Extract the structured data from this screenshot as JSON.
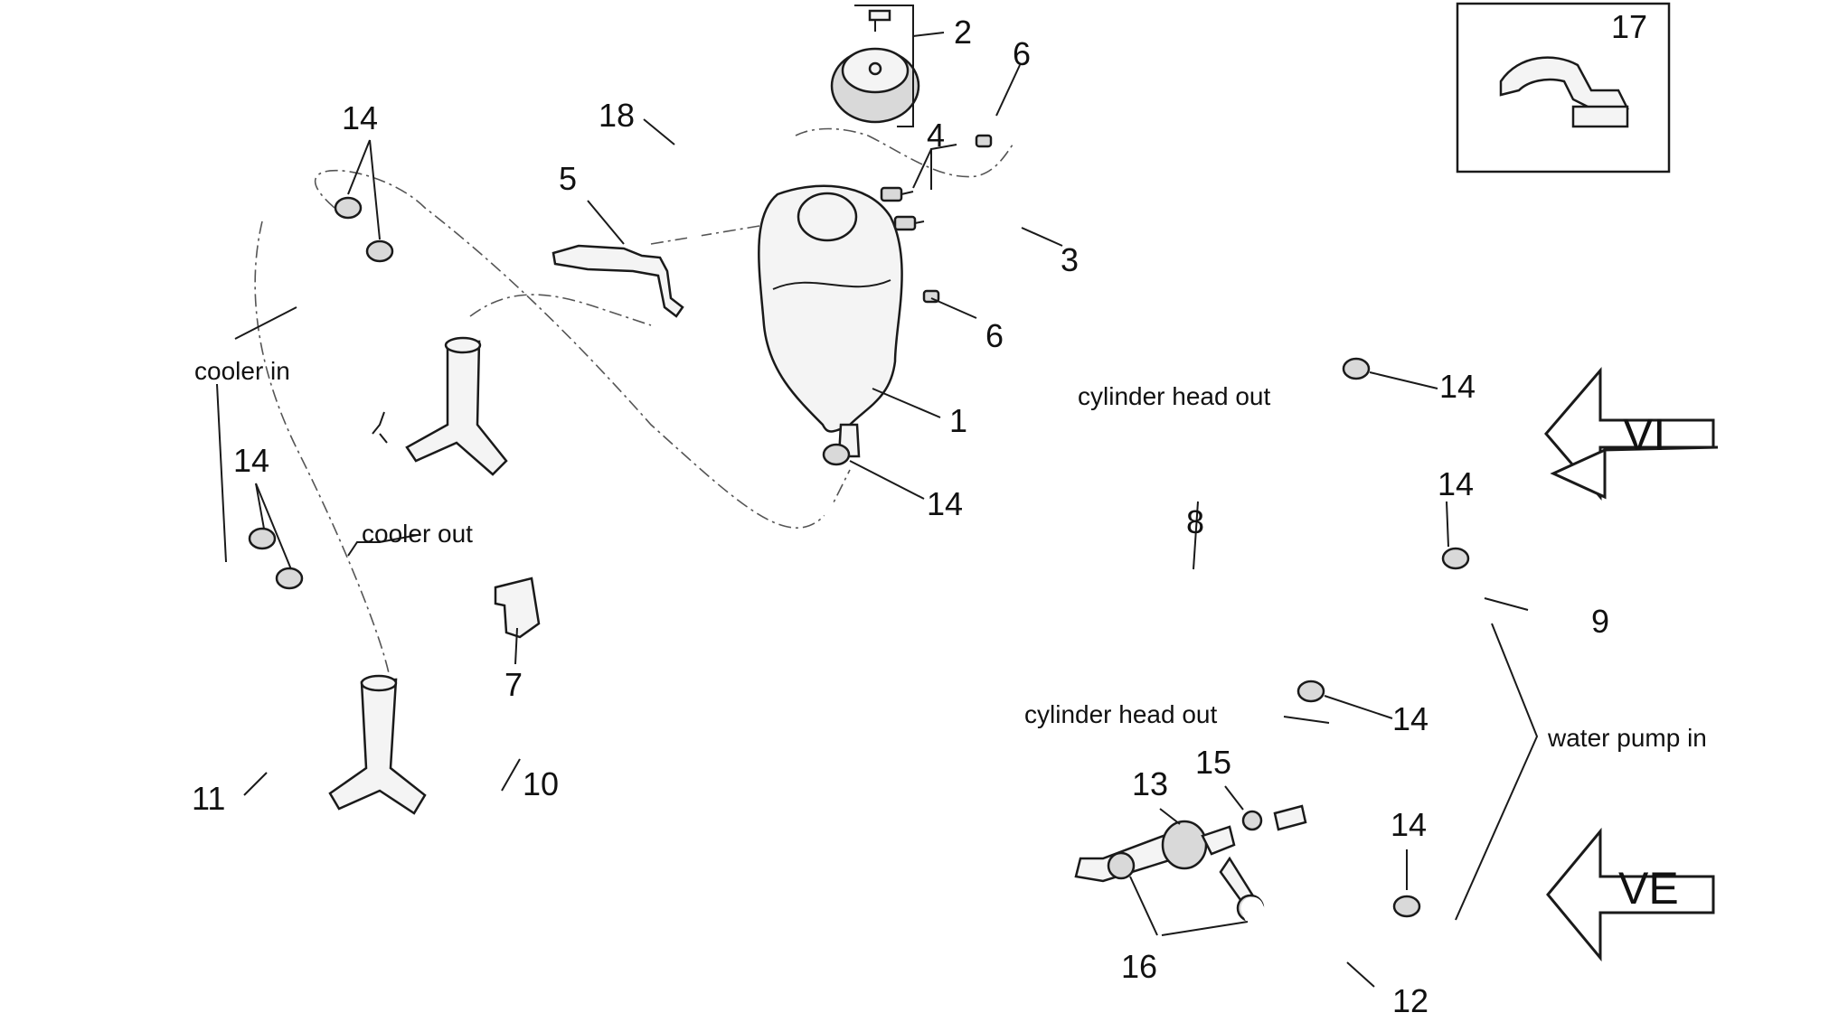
{
  "labels": {
    "n1": "1",
    "n2": "2",
    "n3": "3",
    "n4": "4",
    "n5": "5",
    "n6": "6",
    "n7": "7",
    "n8": "8",
    "n9": "9",
    "n10": "10",
    "n11": "11",
    "n12": "12",
    "n13": "13",
    "n14": "14",
    "n15": "15",
    "n16": "16",
    "n17": "17",
    "n18": "18"
  },
  "annotations": {
    "cooler_in": "cooler in",
    "cooler_out": "cooler out",
    "cylinder_head_out": "cylinder head out",
    "water_pump_in": "water pump in"
  },
  "view_arrows": {
    "vi": "VI",
    "ve": "VE"
  }
}
